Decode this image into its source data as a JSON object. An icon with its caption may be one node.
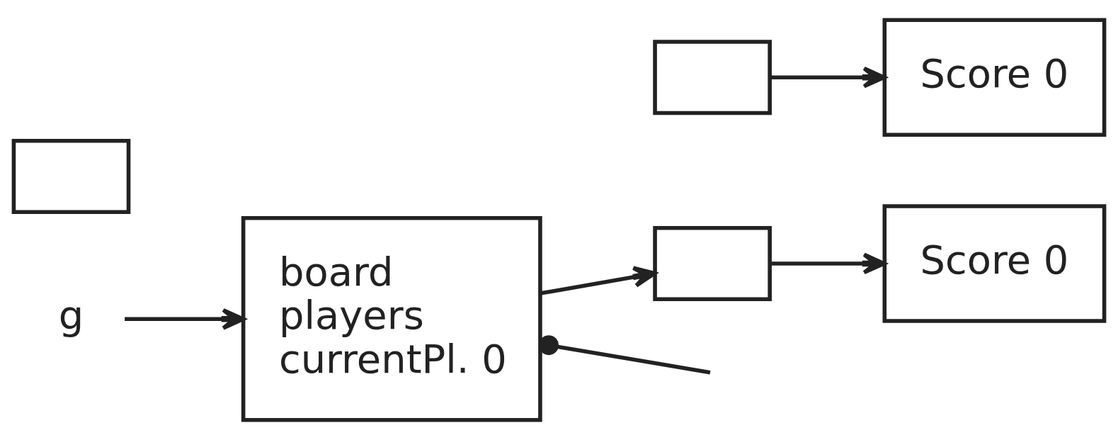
{
  "diagram": {
    "nodes": [
      {
        "text": [
          "g"
        ]
      },
      {
        "text": [
          "board",
          "players",
          "currentPl. 0"
        ]
      },
      {
        "text": [],
        "shape": "box"
      },
      {
        "text": [],
        "shape": "box"
      },
      {
        "text": [
          "Score 0"
        ]
      },
      {
        "text": [
          "Score 0"
        ]
      },
      {
        "text": [],
        "shape": "box"
      }
    ],
    "edges": [
      {
        "from": 0,
        "to": 1,
        "arrow": "to"
      },
      {
        "from": 1,
        "to": null,
        "arrow": "other"
      },
      {
        "from": 1,
        "to": 2,
        "arrow": "to"
      },
      {
        "from": 3,
        "to": 4,
        "arrow": "to"
      },
      {
        "from": 2,
        "to": 5,
        "arrow": "to"
      }
    ]
  }
}
